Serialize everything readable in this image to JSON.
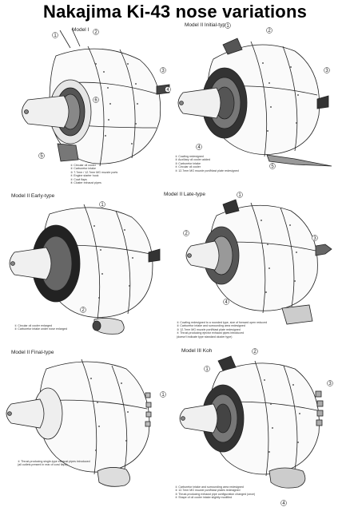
{
  "title": "Nakajima Ki-43 nose variations",
  "panels": [
    {
      "label": "Model I",
      "legend": [
        "① Circular oil cooler",
        "② Carburetor intake",
        "③ 7.7mm / 12.7mm MG muzzle ports",
        "④ Engine starter hook",
        "⑤ Cowl flaps",
        "⑥ Cluster exhaust pipes"
      ],
      "callouts": [
        "1",
        "2",
        "3",
        "4",
        "5",
        "6"
      ]
    },
    {
      "label": "Model II Initial-type",
      "legend": [
        "① Cowling redesigned",
        "② Auxiliary oil cooler added",
        "③ Carburetor intake",
        "④ Circular oil cooler",
        "⑤ 12.7mm MG muzzle port/blast plate redesigned"
      ],
      "callouts": [
        "1",
        "2",
        "3",
        "4",
        "5"
      ]
    },
    {
      "label": "Model II Early-type",
      "legend": [
        "① Circular oil cooler enlarged",
        "② Carburetor intake under nose enlarged"
      ],
      "callouts": [
        "1",
        "2"
      ]
    },
    {
      "label": "Model II Late-type",
      "legend": [
        "① Cowling redesigned to a rounded type, size of forward open reduced",
        "② Carburetor intake and surrounding area redesigned",
        "③ 12.7mm MG muzzle port/blast plate redesigned",
        "④ Thrust-producing ejector exhaust pipes introduced",
        "(doesn't indicate type standard cluster type)"
      ],
      "callouts": [
        "1",
        "2",
        "3",
        "4"
      ]
    },
    {
      "label": "Model II Final-type",
      "legend": [
        "① Thrust-producing single-type exhaust pipes introduced",
        "(all outlets present in rear of cowl flaps)"
      ],
      "callouts": [
        "1"
      ]
    },
    {
      "label": "Model III Koh",
      "legend": [
        "① Carburetor intake and surrounding area redesigned",
        "② 12.7mm MG muzzle port/blast plates redesigned",
        "③ Thrust-producing exhaust pipe configuration changed (once)",
        "④ Shape of oil cooler intake slightly modified"
      ],
      "callouts": [
        "1",
        "2",
        "3",
        "4"
      ]
    }
  ]
}
